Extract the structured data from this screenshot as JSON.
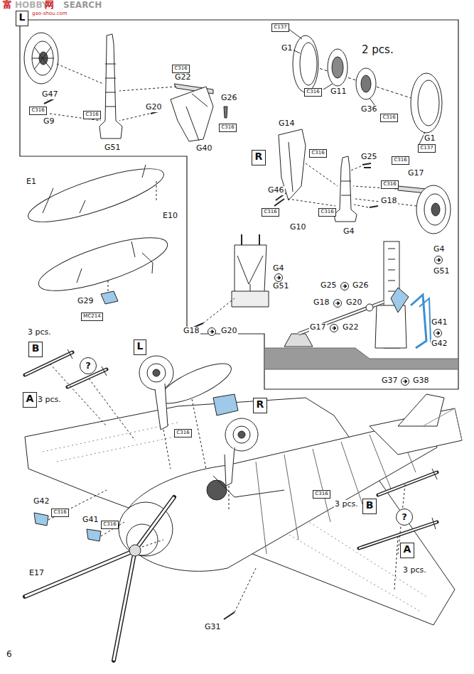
{
  "diagram": {
    "nodes": [
      {
        "text": [
          "L"
        ]
      },
      {
        "text": [
          "C316"
        ]
      },
      {
        "text": [
          "C316"
        ]
      },
      {
        "text": [
          "C316"
        ]
      },
      {
        "text": [
          "C316"
        ]
      },
      {
        "text": [
          "C137"
        ]
      },
      {
        "text": [
          "C316"
        ]
      },
      {
        "text": [
          "C316"
        ]
      },
      {
        "text": [
          "C137"
        ]
      },
      {
        "text": [
          "C316"
        ]
      },
      {
        "text": [
          "R"
        ]
      },
      {
        "text": [
          "C316"
        ]
      },
      {
        "text": [
          "C316"
        ]
      },
      {
        "text": [
          "C316"
        ]
      },
      {
        "text": [
          "C316"
        ]
      },
      {
        "text": [
          "MC214"
        ]
      },
      {
        "text": [
          "B"
        ]
      },
      {
        "text": [
          "?"
        ]
      },
      {
        "text": [
          "L"
        ]
      },
      {
        "text": [
          "A"
        ]
      },
      {
        "text": [
          "R"
        ]
      },
      {
        "text": [
          "C316"
        ]
      },
      {
        "text": [
          "C316"
        ]
      },
      {
        "text": [
          "C316"
        ]
      },
      {
        "text": [
          "C316"
        ]
      },
      {
        "text": [
          "B"
        ]
      },
      {
        "text": [
          "?"
        ]
      },
      {
        "text": [
          "A"
        ]
      }
    ],
    "labels": [
      "富",
      "HOBBY",
      "网",
      "SEARCH",
      "gao-shou.com",
      "G47",
      "G9",
      "G51",
      "G20",
      "G22",
      "G26",
      "G40",
      "G1",
      "2 pcs.",
      "G11",
      "G36",
      "G1",
      "G14",
      "G25",
      "G17",
      "G46",
      "G18",
      "G10",
      "G4",
      "E1",
      "E10",
      "G29",
      "G4",
      "G51",
      "G18",
      "G20",
      "G4",
      "G51",
      "G25",
      "G26",
      "G18",
      "G20",
      "G17",
      "G22",
      "G41",
      "G42",
      "G37",
      "G38",
      "3 pcs.",
      "3 pcs.",
      "G42",
      "G41",
      "E17",
      "3 pcs.",
      "3 pcs.",
      "G31",
      "6"
    ]
  }
}
